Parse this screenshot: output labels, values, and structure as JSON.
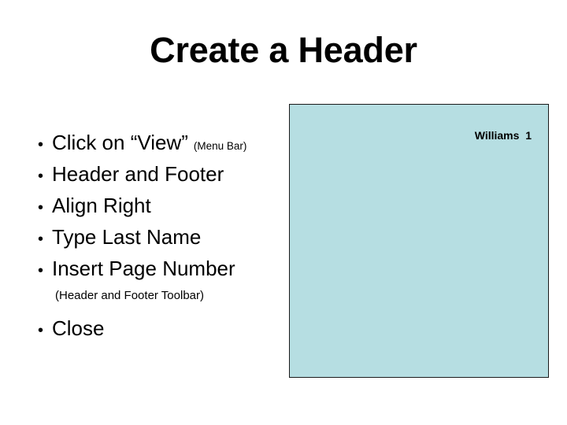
{
  "slide": {
    "title": "Create a Header",
    "background_color": "#ffffff",
    "text_color": "#000000"
  },
  "body": {
    "bullet_glyph": "•",
    "items": [
      {
        "text": "Click on “View”",
        "note": "(Menu Bar)"
      },
      {
        "text": "Header and Footer",
        "note": ""
      },
      {
        "text": "Align Right",
        "note": ""
      },
      {
        "text": "Type Last Name",
        "note": ""
      },
      {
        "text": "Insert Page Number",
        "note": ""
      }
    ],
    "sub_note": "(Header and Footer Toolbar)",
    "final_item": {
      "text": "Close",
      "note": ""
    }
  },
  "header_preview": {
    "fill_color": "#b6dee2",
    "border_color": "#1a1a1a",
    "header_text": "Williams  1"
  }
}
